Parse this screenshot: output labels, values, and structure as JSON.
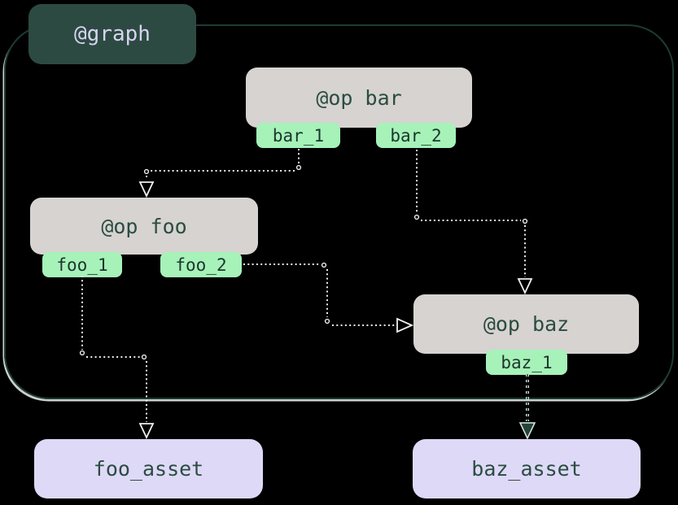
{
  "graph": {
    "label": "@graph"
  },
  "ops": [
    {
      "label": "@op bar",
      "outputs": [
        "bar_1",
        "bar_2"
      ]
    },
    {
      "label": "@op foo",
      "outputs": [
        "foo_1",
        "foo_2"
      ]
    },
    {
      "label": "@op baz",
      "outputs": [
        "baz_1"
      ]
    }
  ],
  "assets": [
    {
      "label": "foo_asset"
    },
    {
      "label": "baz_asset"
    }
  ],
  "edges": [
    {
      "from": "bar_1",
      "to": "@op foo",
      "style": "dotted-light",
      "arrow": "hollow"
    },
    {
      "from": "bar_2",
      "to": "@op baz",
      "style": "dotted-light",
      "arrow": "hollow"
    },
    {
      "from": "foo_2",
      "to": "@op baz",
      "style": "dotted-light",
      "arrow": "hollow"
    },
    {
      "from": "foo_1",
      "to": "foo_asset",
      "style": "dotted-light",
      "arrow": "hollow"
    },
    {
      "from": "baz_1",
      "to": "baz_asset",
      "style": "dotted-dark",
      "arrow": "filled"
    }
  ],
  "colors": {
    "background": "#000000",
    "graph_badge_bg": "#2d4a42",
    "graph_badge_text": "#d6d4f0",
    "graph_border": "#1d3b33",
    "graph_border_highlight": "#f0f4f2",
    "op_bg": "#d6d3d1",
    "op_text": "#2b4c41",
    "output_tag_bg": "#a6f2b9",
    "output_tag_text": "#1d352d",
    "asset_bg": "#ded9f7",
    "asset_text": "#2b4c41",
    "edge_light": "#ececec",
    "edge_dark": "#24433b"
  }
}
